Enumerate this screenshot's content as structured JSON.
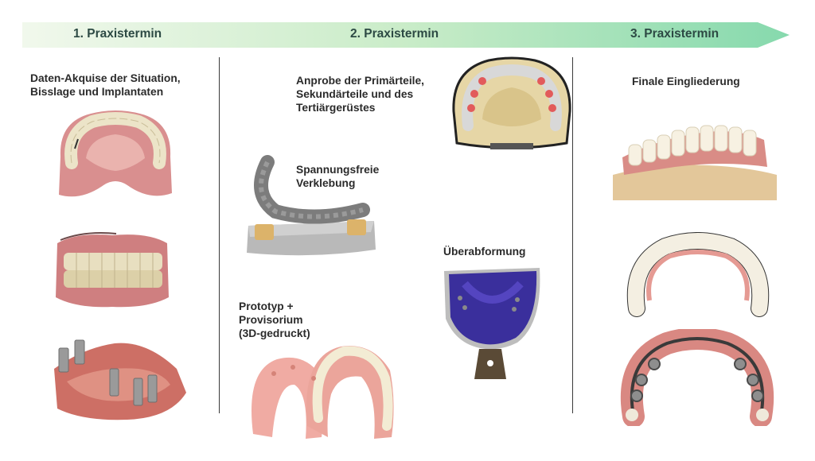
{
  "timeline": {
    "steps": [
      {
        "label": "1. Praxistermin"
      },
      {
        "label": "2. Praxistermin"
      },
      {
        "label": "3. Praxistermin"
      }
    ]
  },
  "col1": {
    "heading": [
      "Daten-Akquise der Situation,",
      "Bisslage und Implantaten"
    ]
  },
  "col2": {
    "try_in": [
      "Anprobe der Primärteile,",
      "Sekundärteile und des",
      "Tertiärgerüstes"
    ],
    "bonding": [
      "Spannungsfreie",
      "Verklebung"
    ],
    "impression": [
      "Überabformung"
    ],
    "prototype": [
      "Prototyp +",
      "Provisorium",
      "(3D-gedruckt)"
    ]
  },
  "col3": {
    "heading": [
      "Finale Eingliederung"
    ]
  },
  "colors": {
    "arrow_start": "#eef7ea",
    "arrow_end": "#8fdcb3",
    "step_text": "#2d4a44"
  }
}
